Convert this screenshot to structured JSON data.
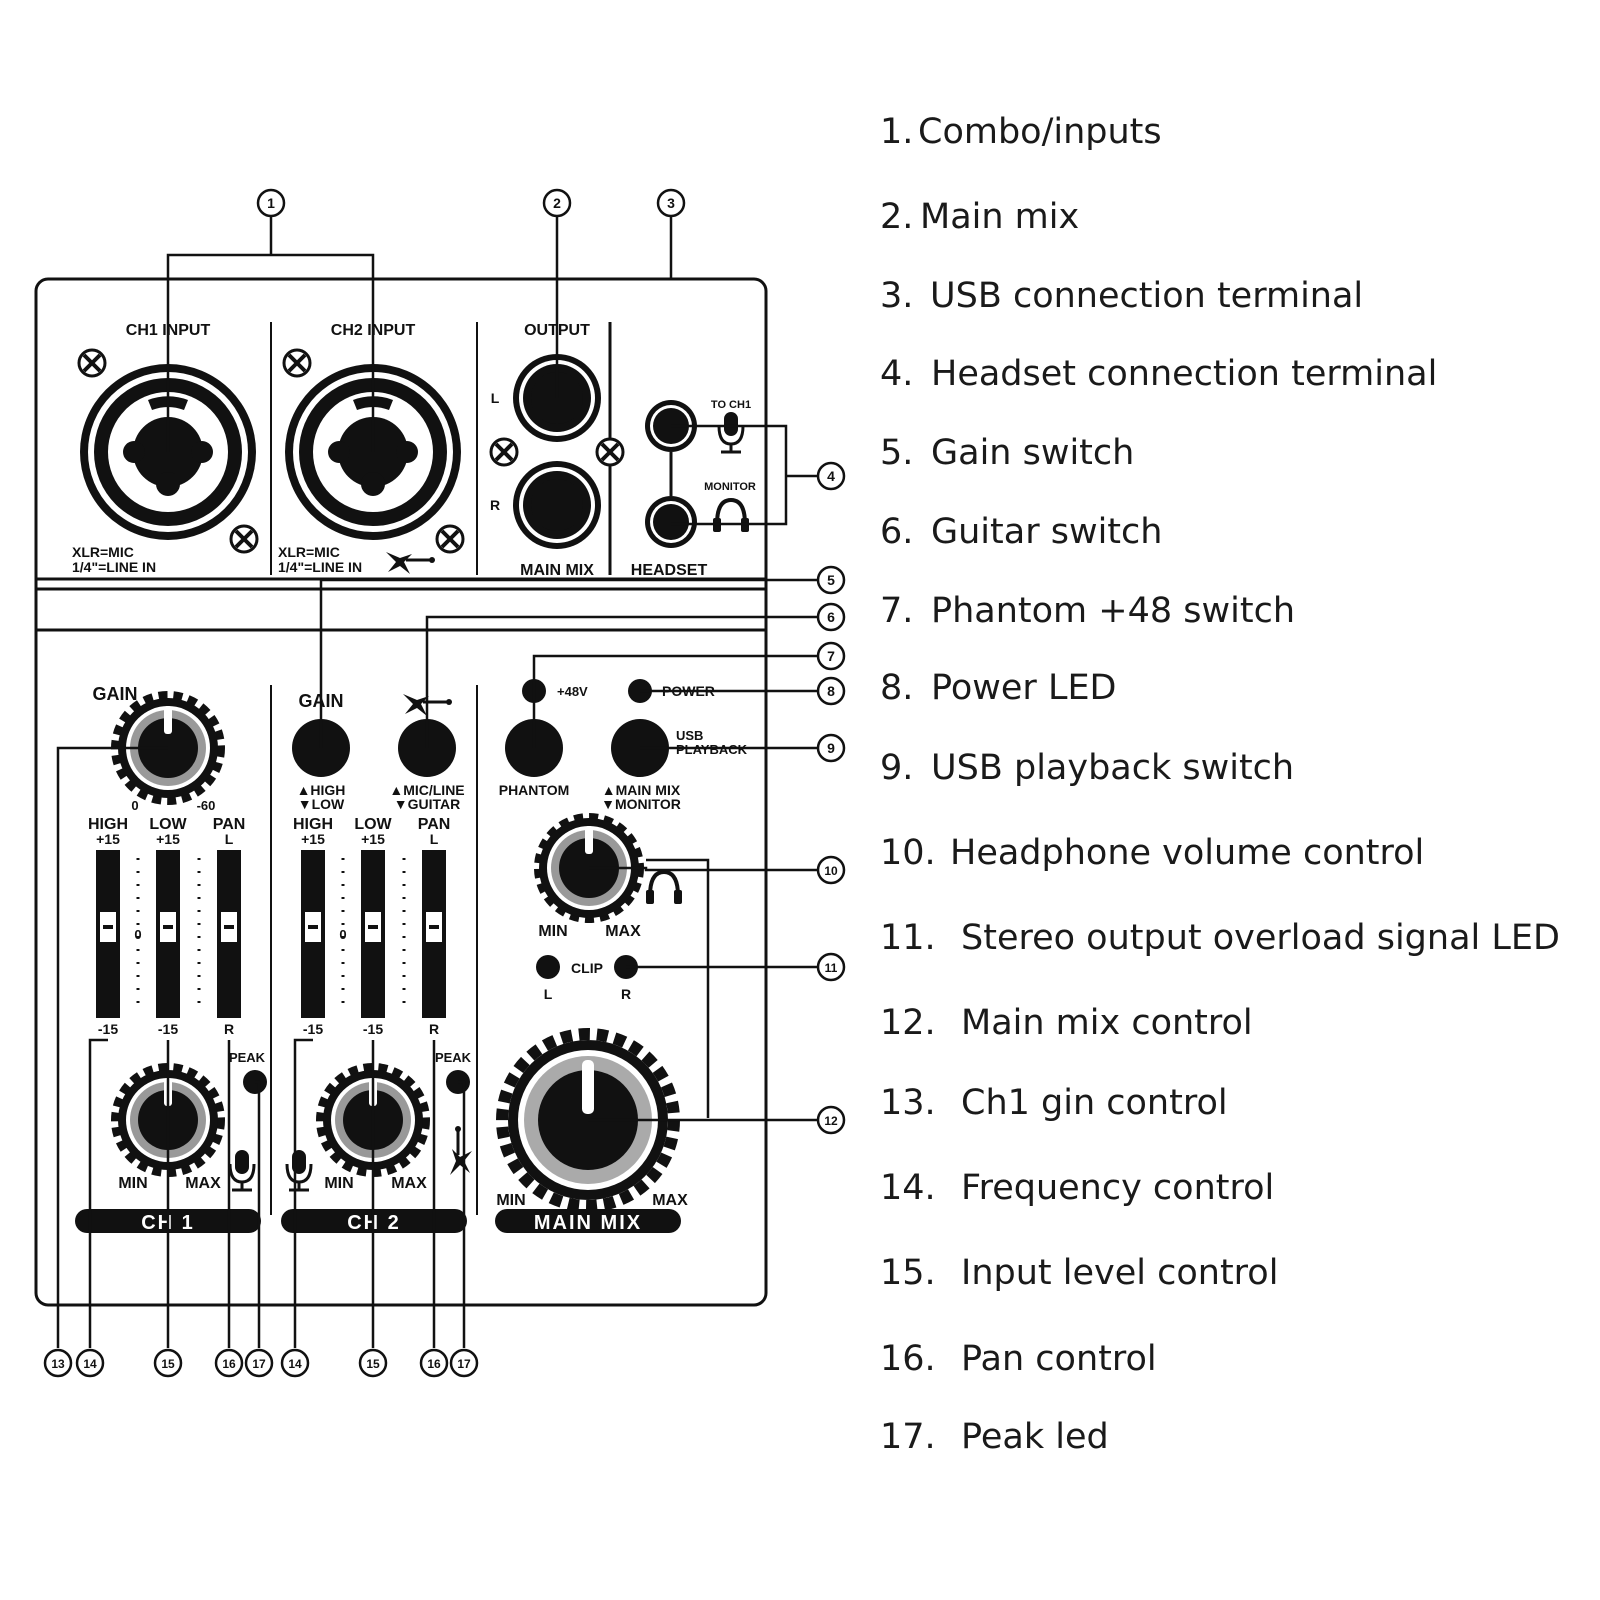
{
  "panel": {
    "ch1_input": "CH1 INPUT",
    "ch2_input": "CH2 INPUT",
    "output": "OUTPUT",
    "out_l": "L",
    "out_r": "R",
    "main_mix_out": "MAIN MIX",
    "headset": "HEADSET",
    "to_ch1": "TO CH1",
    "monitor": "MONITOR",
    "xlr_mic": "XLR=MIC",
    "line_in": "1/4\"=LINE IN",
    "gain": "GAIN",
    "gain_min": "0",
    "gain_max": "-60",
    "high": "HIGH",
    "low": "LOW",
    "pan": "PAN",
    "plus15": "+15",
    "minus15": "-15",
    "zero": "0",
    "pan_l": "L",
    "pan_r": "R",
    "peak": "PEAK",
    "min": "MIN",
    "max": "MAX",
    "ch1": "CH 1",
    "ch2": "CH 2",
    "sw_high": "▲HIGH",
    "sw_low": "▼LOW",
    "sw_micline": "▲MIC/LINE",
    "sw_guitar": "▼GUITAR",
    "phantom_48v": "+48V",
    "phantom": "PHANTOM",
    "power": "POWER",
    "usb": "USB",
    "playback": "PLAYBACK",
    "sw_mainmix": "▲MAIN MIX",
    "sw_monitor": "▼MONITOR",
    "clip": "CLIP",
    "clip_l": "L",
    "clip_r": "R",
    "main_mix_bar": "MAIN MIX"
  },
  "callouts": [
    "1",
    "2",
    "3",
    "4",
    "5",
    "6",
    "7",
    "8",
    "9",
    "10",
    "11",
    "12",
    "13",
    "14",
    "15",
    "16",
    "17"
  ],
  "legend": [
    {
      "num": "1.",
      "text": "Combo/inputs"
    },
    {
      "num": "2.",
      "text": "Main mix"
    },
    {
      "num": "3.",
      "text": "USB connection terminal"
    },
    {
      "num": "4.",
      "text": "Headset connection terminal"
    },
    {
      "num": "5.",
      "text": "Gain switch"
    },
    {
      "num": "6.",
      "text": "Guitar switch"
    },
    {
      "num": "7.",
      "text": "Phantom +48 switch"
    },
    {
      "num": "8.",
      "text": "Power LED"
    },
    {
      "num": "9.",
      "text": "USB playback switch"
    },
    {
      "num": "10.",
      "text": "Headphone volume control"
    },
    {
      "num": "11.",
      "text": "Stereo output overload signal LED"
    },
    {
      "num": "12.",
      "text": "Main mix control"
    },
    {
      "num": "13.",
      "text": "Ch1 gin control"
    },
    {
      "num": "14.",
      "text": "Frequency control"
    },
    {
      "num": "15.",
      "text": "Input level control"
    },
    {
      "num": "16.",
      "text": "Pan control"
    },
    {
      "num": "17.",
      "text": "Peak led"
    }
  ]
}
